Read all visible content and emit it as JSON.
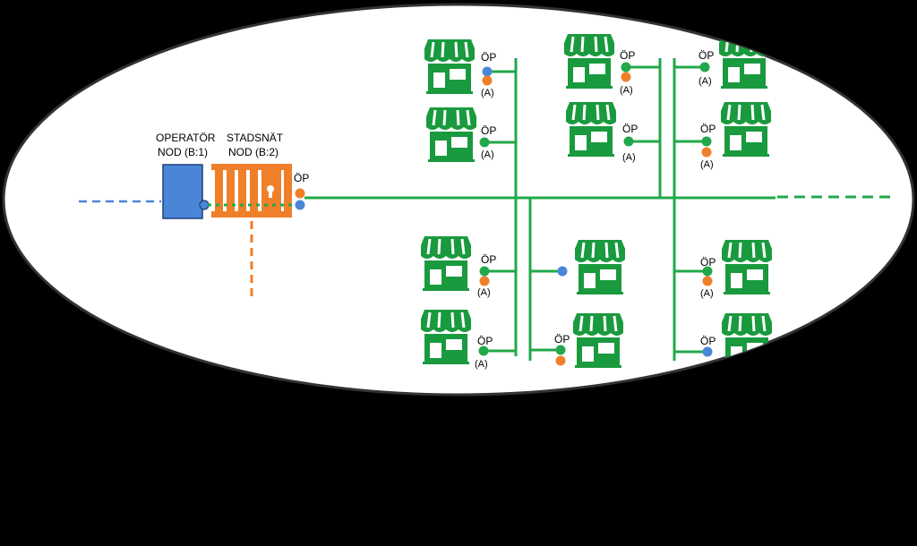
{
  "colors": {
    "background": "#000000",
    "oval": "#ffffff",
    "fiber_green": "#22a84a",
    "operator_blue": "#4a86d8",
    "city_orange": "#f07f2a",
    "building_green": "#1a9a3e"
  },
  "operator_node": {
    "label_line1": "OPERATÖR",
    "label_line2": "NOD (B:1)"
  },
  "city_node": {
    "label_line1": "STADSNÄT",
    "label_line2": "NOD (B:2)",
    "icon": "lock-icon"
  },
  "main_connection_point": {
    "label": "ÖP"
  },
  "buildings": [
    {
      "op_label": "ÖP",
      "a_label": "(A)",
      "dots": [
        "blue",
        "orange"
      ]
    },
    {
      "op_label": "ÖP",
      "a_label": "(A)",
      "dots": [
        "green"
      ]
    },
    {
      "op_label": "ÖP",
      "a_label": "(A)",
      "dots": [
        "green",
        "orange"
      ]
    },
    {
      "op_label": "ÖP",
      "a_label": "(A)",
      "dots": [
        "green"
      ]
    },
    {
      "op_label": "ÖP",
      "a_label": "(A)",
      "dots": [
        "green"
      ]
    },
    {
      "op_label": "ÖP",
      "a_label": "(A)",
      "dots": [
        "green",
        "orange"
      ]
    },
    {
      "op_label": "ÖP",
      "a_label": "(A)",
      "dots": [
        "green",
        "orange"
      ]
    },
    {
      "op_label": "",
      "a_label": "",
      "dots": [
        "blue"
      ]
    },
    {
      "op_label": "ÖP",
      "a_label": "(A)",
      "dots": [
        "green",
        "orange"
      ]
    },
    {
      "op_label": "ÖP",
      "a_label": "(A)",
      "dots": [
        "green"
      ]
    },
    {
      "op_label": "ÖP",
      "a_label": "",
      "dots": [
        "green",
        "orange"
      ]
    },
    {
      "op_label": "ÖP",
      "a_label": "",
      "dots": [
        "blue"
      ]
    }
  ]
}
